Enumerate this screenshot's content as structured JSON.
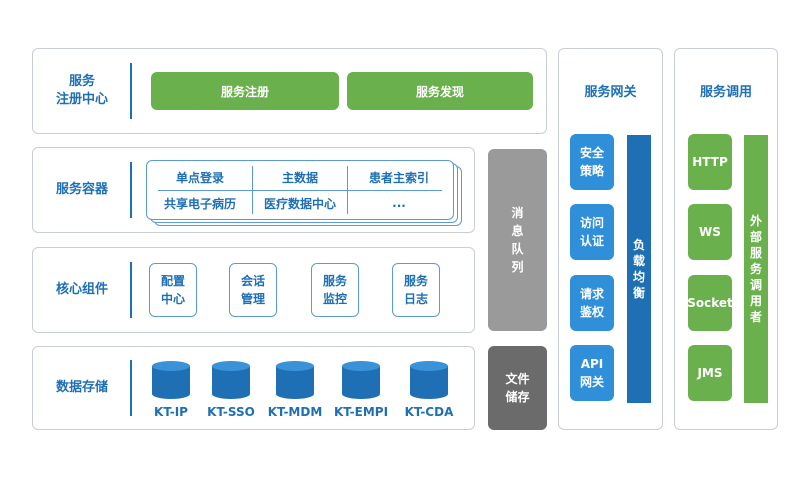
{
  "registry": {
    "label": "服务\n注册中心",
    "buttons": [
      "服务注册",
      "服务发现"
    ]
  },
  "container": {
    "label": "服务容器",
    "cells": [
      "单点登录",
      "主数据",
      "患者主索引",
      "共享电子病历",
      "医疗数据中心",
      "..."
    ]
  },
  "core": {
    "label": "核心组件",
    "items": [
      "配置\n中心",
      "会话\n管理",
      "服务\n监控",
      "服务\n日志"
    ]
  },
  "storage": {
    "label": "数据存储",
    "dbs": [
      "KT-IP",
      "KT-SSO",
      "KT-MDM",
      "KT-EMPI",
      "KT-CDA"
    ]
  },
  "mq": {
    "label": "消息队列"
  },
  "file": {
    "label": "文件\n储存"
  },
  "gateway": {
    "title": "服务网关",
    "items": [
      "安全\n策略",
      "访问\n认证",
      "请求\n鉴权",
      "API\n网关"
    ],
    "lb": "负载均衡"
  },
  "invoke": {
    "title": "服务调用",
    "items": [
      "HTTP",
      "WS",
      "Socket",
      "JMS"
    ],
    "caller": "外部服务调用者"
  },
  "colors": {
    "green": "#6ab04c",
    "blue": "#2f8fd8",
    "darkblue": "#1f6fb5",
    "gray": "#9a9a9a",
    "darkgray": "#6b6b6b"
  }
}
